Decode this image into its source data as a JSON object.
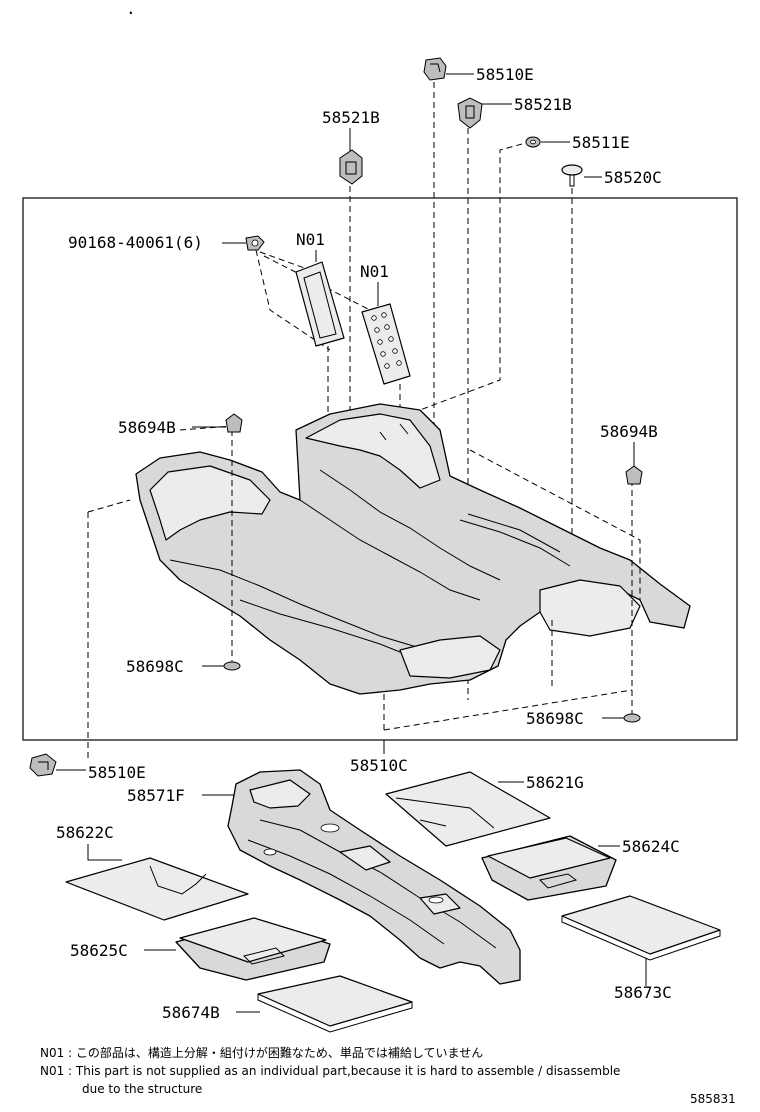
{
  "labels": {
    "l58510E_top": "58510E",
    "l58521B_right": "58521B",
    "l58521B_left": "58521B",
    "l58511E": "58511E",
    "l58520C": "58520C",
    "l90168": "90168-40061(6)",
    "lN01_a": "N01",
    "lN01_b": "N01",
    "l58694B_left": "58694B",
    "l58694B_right": "58694B",
    "l58698C_left": "58698C",
    "l58698C_right": "58698C",
    "l58510E_bottom": "58510E",
    "l58510C": "58510C",
    "l58571F": "58571F",
    "l58621G": "58621G",
    "l58622C": "58622C",
    "l58624C": "58624C",
    "l58625C": "58625C",
    "l58673C": "58673C",
    "l58674B": "58674B"
  },
  "notes": {
    "jp": "N01 : この部品は、構造上分解・組付けが困難なため、単品では補給していません",
    "en1": "N01 : This part is not supplied as an individual part,because it is hard to assemble / disassemble",
    "en2": "due to the structure"
  },
  "figure_id": "585831",
  "stray_mark": "."
}
